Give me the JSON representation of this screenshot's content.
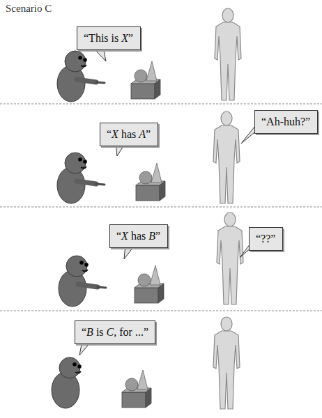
{
  "diagram": {
    "title": "Scenario C",
    "nodes": [
      {
        "text": [
          "“This is X”"
        ]
      },
      {
        "text": [
          "“X has A”"
        ]
      },
      {
        "text": [
          "“Ah-huh?”"
        ]
      },
      {
        "text": [
          "“X has B”"
        ]
      },
      {
        "text": [
          "“??”"
        ]
      },
      {
        "text": [
          "“B is C, for ...”"
        ]
      }
    ],
    "edges": []
  }
}
